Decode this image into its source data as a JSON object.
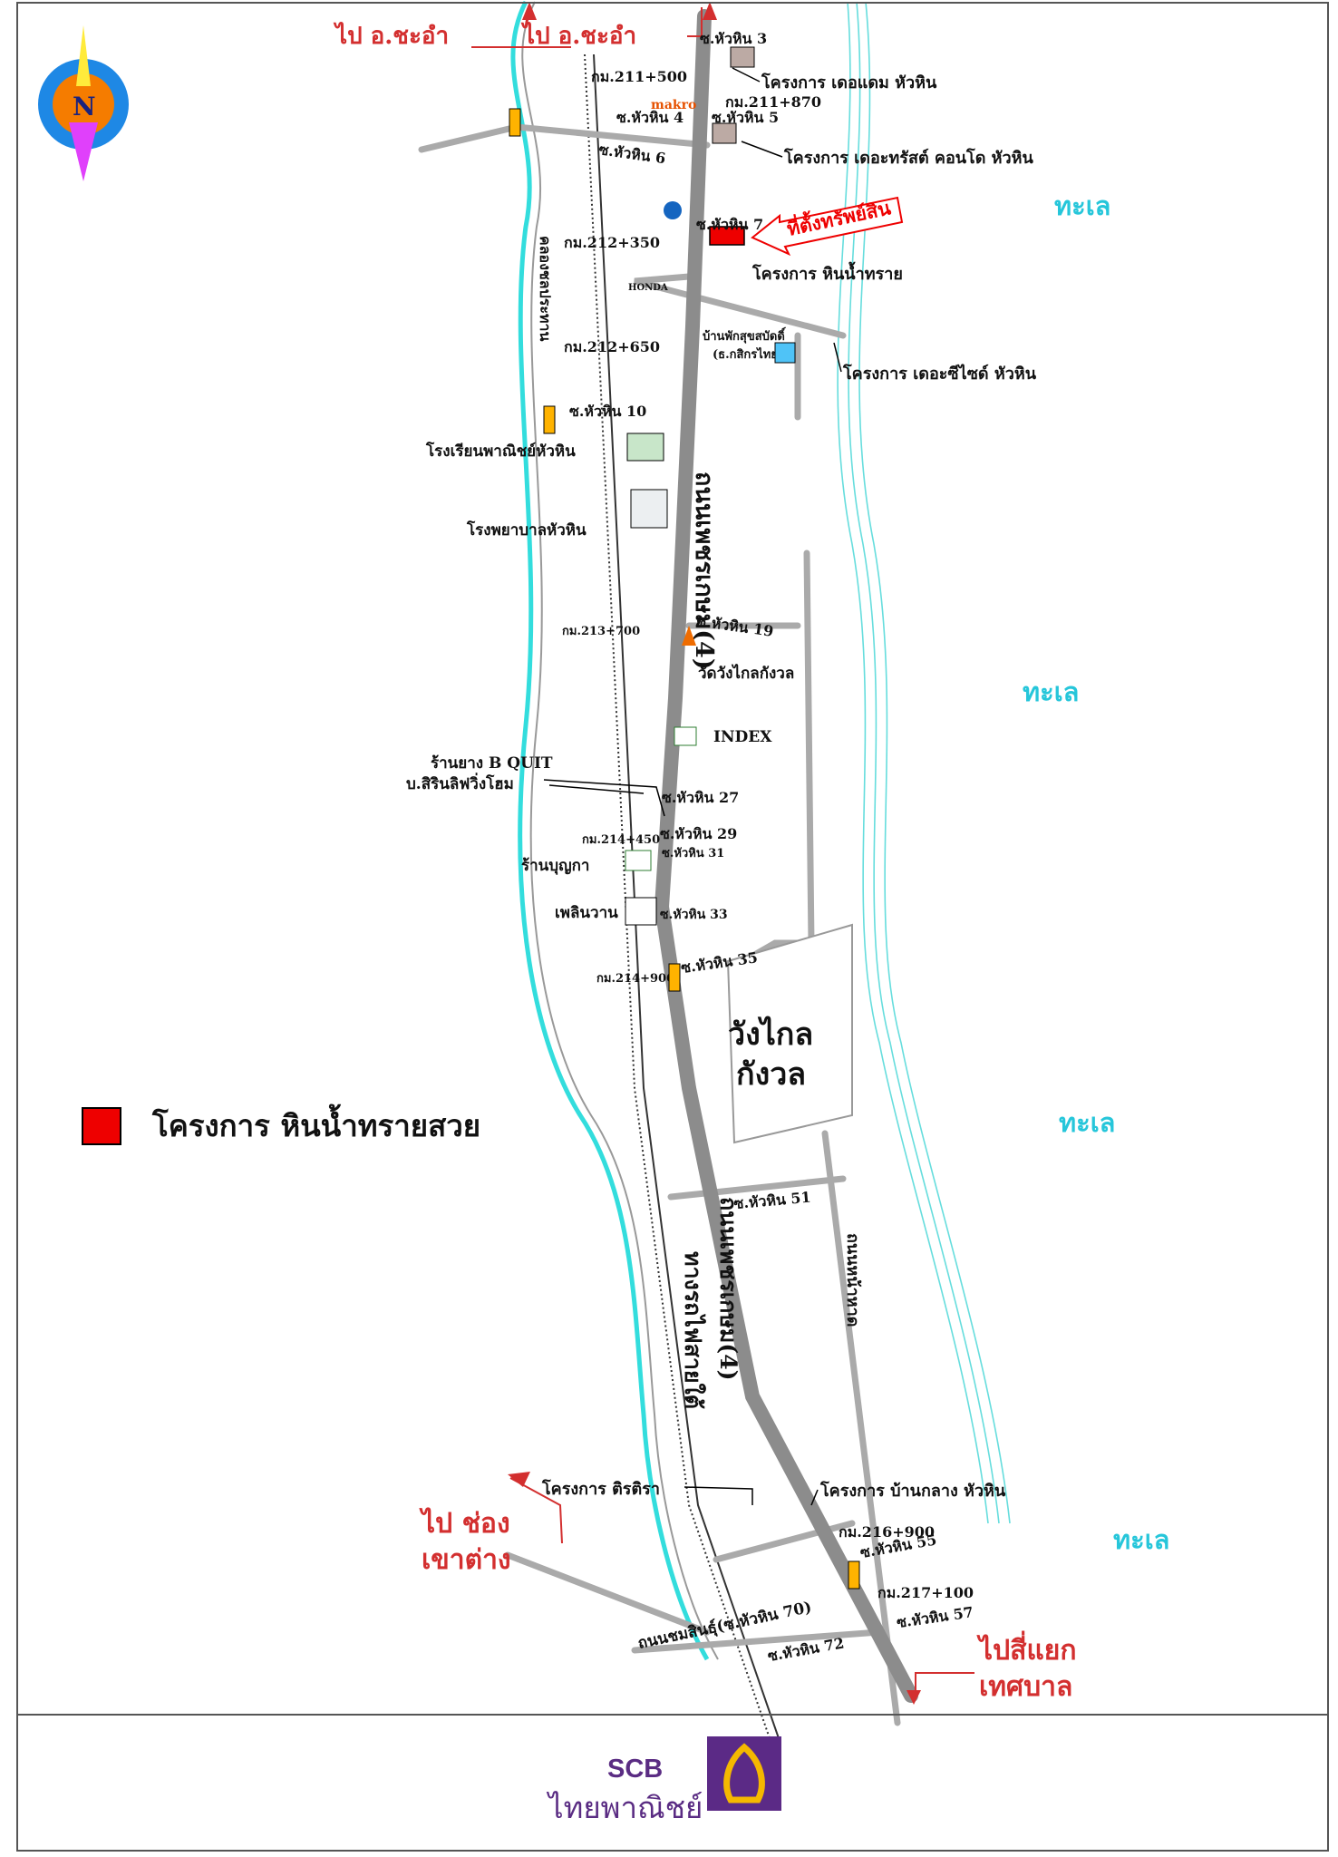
{
  "map": {
    "north": "N",
    "directions": {
      "to_cha_am_1": "ไป อ.ชะอำ",
      "to_cha_am_2": "ไป อ.ชะอำ",
      "to_khao_tao_line1": "ไป ช่อง",
      "to_khao_tao_line2": "เขาต่าง",
      "to_junction_line1": "ไปสี่แยก",
      "to_junction_line2": "เทศบาล"
    },
    "sea_labels": [
      "ทะเล",
      "ทะเล",
      "ทะเล",
      "ทะเล"
    ],
    "area_label_line1": "วังไกล",
    "area_label_line2": "กังวล",
    "property_callout": "ที่ตั้งทรัพย์สิน",
    "roads": {
      "main_road": "ถนนเพชรเกษม(4)",
      "main_road_south": "ถนนเพชรเกษม(4)",
      "railway": "ทางรถไฟสายใต้",
      "canal": "คลองชลประทาน",
      "beach_road": "ถนนหน้าหาด",
      "chomsin_road": "ถนนชมสินธุ์(ซ.หัวหิน 70)"
    },
    "sois": [
      "ซ.หัวหิน 3",
      "ซ.หัวหิน 4",
      "ซ.หัวหิน 5",
      "ซ.หัวหิน 6",
      "ซ.หัวหิน 7",
      "ซ.หัวหิน 10",
      "ซ.หัวหิน 19",
      "ซ.หัวหิน 27",
      "ซ.หัวหิน 29",
      "ซ.หัวหิน 31",
      "ซ.หัวหิน 33",
      "ซ.หัวหิน 35",
      "ซ.หัวหิน 51",
      "ซ.หัวหิน 55",
      "ซ.หัวหิน 57",
      "ซ.หัวหิน 72"
    ],
    "km_markers": [
      "กม.211+500",
      "กม.211+870",
      "กม.212+350",
      "กม.212+650",
      "กม.213+700",
      "กม.214+450",
      "กม.214+900",
      "กม.216+900",
      "กม.217+100"
    ],
    "landmarks": {
      "makro": "makro",
      "honda": "HONDA",
      "index": "INDEX",
      "bank_line1": "บ้านพักสุขสบัดดิ์",
      "bank_line2": "(ธ.กสิกรไทย)",
      "school": "โรงเรียนพาณิชย์หัวหิน",
      "hospital": "โรงพยาบาลหัวหิน",
      "temple": "วัดวังไกลกังวล",
      "tire_shop": "ร้านยาง B QUIT",
      "sirin": "บ.สิรินลิฟวิ่งโฮม",
      "boonka": "ร้านบุญกา",
      "plernwan": "เพลินวาน"
    },
    "projects": {
      "dor_adam": "โครงการ เดอแดม หัวหิน",
      "the_trust": "โครงการ เดอะทรัสต์ คอนโด หัวหิน",
      "hin_nam_sai": "โครงการ หินน้ำทราย",
      "the_seaside": "โครงการ เดอะซีไซด์ หัวหิน",
      "tira_tiraa": "โครงการ ติรติรา",
      "baan_klang": "โครงการ บ้านกลาง หัวหิน"
    }
  },
  "legend": {
    "label": "โครงการ หินน้ำทรายสวย",
    "color": "#ee0000"
  },
  "footer": {
    "brand": "SCB",
    "brand_thai": "ไทยพาณิชย์",
    "brand_color": "#5a2c83"
  }
}
